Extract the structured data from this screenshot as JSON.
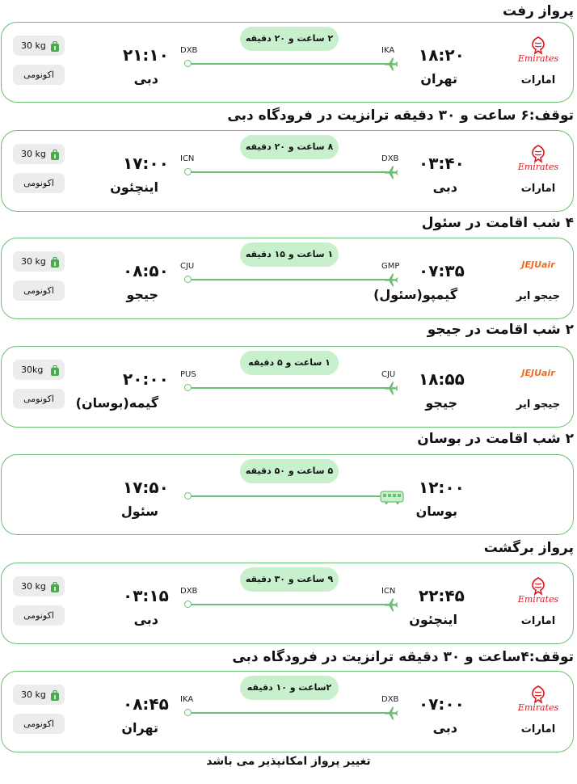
{
  "headings": {
    "h1": "پرواز رفت",
    "h2": "توقف:۶ ساعت و ۳۰ دقیقه ترانزیت در فرودگاه دبی",
    "h3": "۴ شب اقامت در سئول",
    "h4": "۲ شب اقامت در جیجو",
    "h5": "۲ شب اقامت در بوسان",
    "h6": "پرواز برگشت",
    "h7": "توقف:۴ساعت و ۳۰ دقیقه ترانزیت در فرودگاه دبی"
  },
  "footer": "تغییر پرواز امکانپذیر می باشد",
  "colors": {
    "accent": "#6bbf72",
    "pill": "#c8f0cc",
    "emirates": "#d71921",
    "jeju": "#f26a21"
  },
  "flights": [
    {
      "airline": "امارات",
      "logo_text": "Emirates",
      "logo": "emirates",
      "dep_time": "۱۸:۲۰",
      "dep_city": "تهران",
      "dep_code": "IKA",
      "arr_time": "۲۱:۱۰",
      "arr_city": "دبی",
      "arr_code": "DXB",
      "duration": "۲ ساعت و ۲۰ دقیقه",
      "baggage": "30 kg",
      "cabin": "اکونومی"
    },
    {
      "airline": "امارات",
      "logo_text": "Emirates",
      "logo": "emirates",
      "dep_time": "۰۳:۴۰",
      "dep_city": "دبی",
      "dep_code": "DXB",
      "arr_time": "۱۷:۰۰",
      "arr_city": "اینچئون",
      "arr_code": "ICN",
      "duration": "۸ ساعت و ۲۰ دقیقه",
      "baggage": "30 kg",
      "cabin": "اکونومی"
    },
    {
      "airline": "جیجو ایر",
      "logo_text": "JEJUair",
      "logo": "jeju",
      "dep_time": "۰۷:۳۵",
      "dep_city": "گیمپو(سئول)",
      "dep_code": "GMP",
      "arr_time": "۰۸:۵۰",
      "arr_city": "جیجو",
      "arr_code": "CJU",
      "duration": "۱ ساعت و ۱۵ دقیقه",
      "baggage": "30 kg",
      "cabin": "اکونومی"
    },
    {
      "airline": "جیجو ایر",
      "logo_text": "JEJUair",
      "logo": "jeju",
      "dep_time": "۱۸:۵۵",
      "dep_city": "جیجو",
      "dep_code": "CJU",
      "arr_time": "۲۰:۰۰",
      "arr_city": "گیمه(بوسان)",
      "arr_code": "PUS",
      "duration": "۱ ساعت و ۵ دقیقه",
      "baggage": "30kg",
      "cabin": "اکونومی"
    },
    {
      "dep_time": "۱۲:۰۰",
      "dep_city": "بوسان",
      "arr_time": "۱۷:۵۰",
      "arr_city": "سئول",
      "duration": "۵ ساعت و ۵۰ دقیقه",
      "transport": "train"
    },
    {
      "airline": "امارات",
      "logo_text": "Emirates",
      "logo": "emirates",
      "dep_time": "۲۲:۴۵",
      "dep_city": "اینچئون",
      "dep_code": "ICN",
      "arr_time": "۰۳:۱۵",
      "arr_city": "دبی",
      "arr_code": "DXB",
      "duration": "۹ ساعت و ۳۰ دقیقه",
      "baggage": "30 kg",
      "cabin": "اکونومی"
    },
    {
      "airline": "امارات",
      "logo_text": "Emirates",
      "logo": "emirates",
      "dep_time": "۰۷:۰۰",
      "dep_city": "دبی",
      "dep_code": "DXB",
      "arr_time": "۰۸:۴۵",
      "arr_city": "تهران",
      "arr_code": "IKA",
      "duration": "۲ساعت و ۱۰ دقیقه",
      "baggage": "30 kg",
      "cabin": "اکونومی"
    }
  ]
}
